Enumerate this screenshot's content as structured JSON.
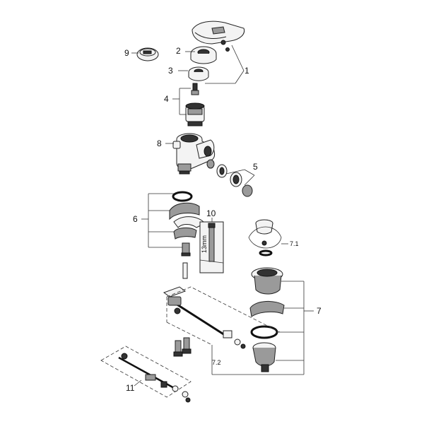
{
  "labels": {
    "l1": "1",
    "l2": "2",
    "l3": "3",
    "l4": "4",
    "l5": "5",
    "l6": "6",
    "l7": "7",
    "l71": "7.1",
    "l72": "7.2",
    "l8": "8",
    "l9": "9",
    "l10": "10",
    "l11": "11",
    "l13mm": "13mm"
  }
}
